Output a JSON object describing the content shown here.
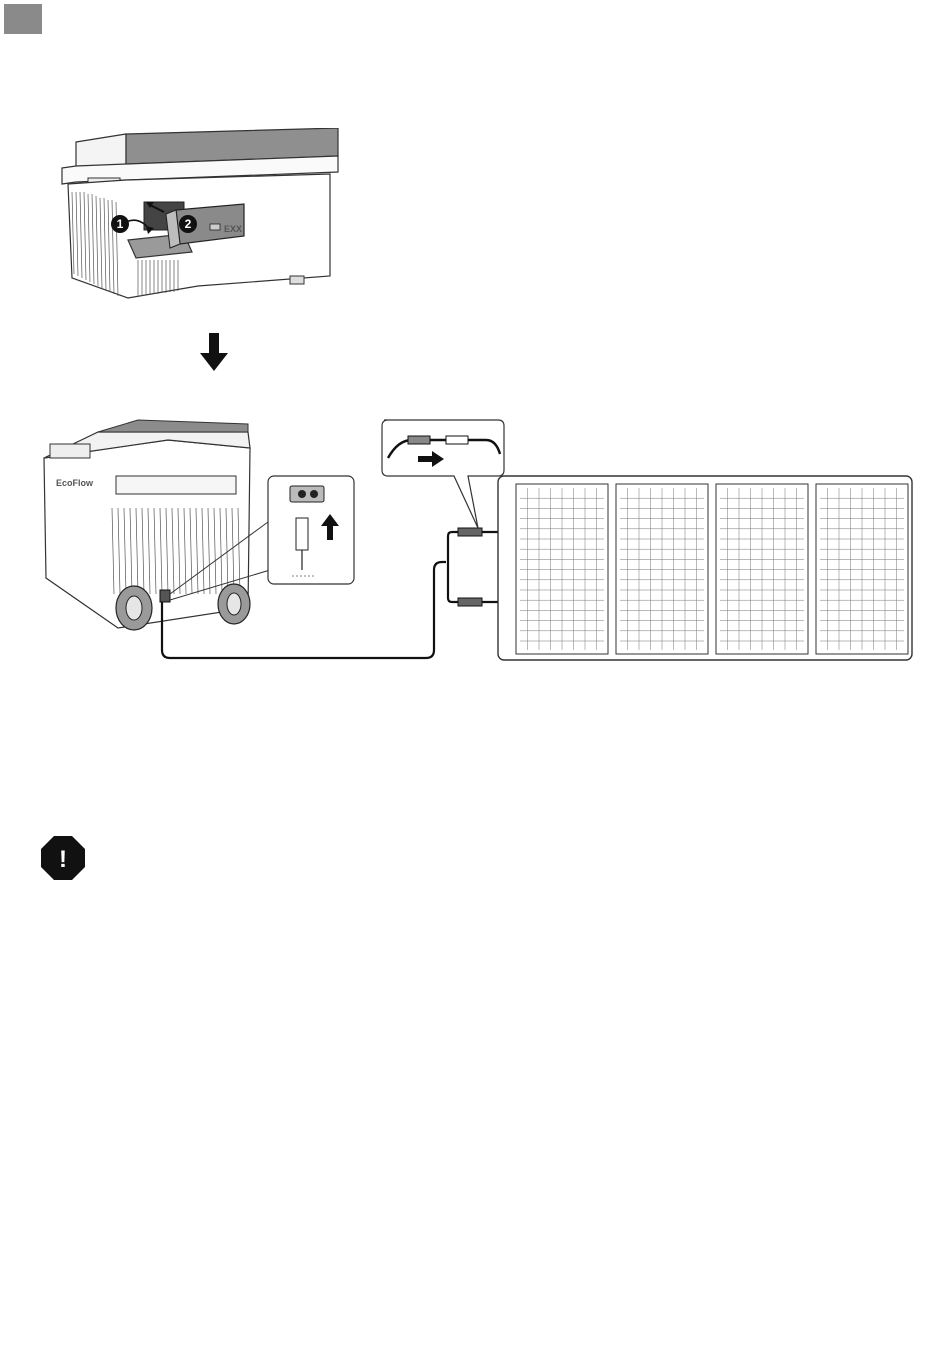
{
  "page": {
    "tab_color": "#8a8a8a"
  },
  "figure_1": {
    "step_badges": [
      "1",
      "2"
    ],
    "battery_label": "EXX"
  },
  "figure_2": {
    "brand_label": "EcoFlow"
  },
  "icons": {
    "page_tab": "gray-square",
    "down_arrow": "down-arrow-icon",
    "right_arrow": "right-arrow-icon",
    "up_arrow": "up-arrow-icon",
    "warning": "warning-octagon-icon",
    "warning_glyph": "!"
  }
}
